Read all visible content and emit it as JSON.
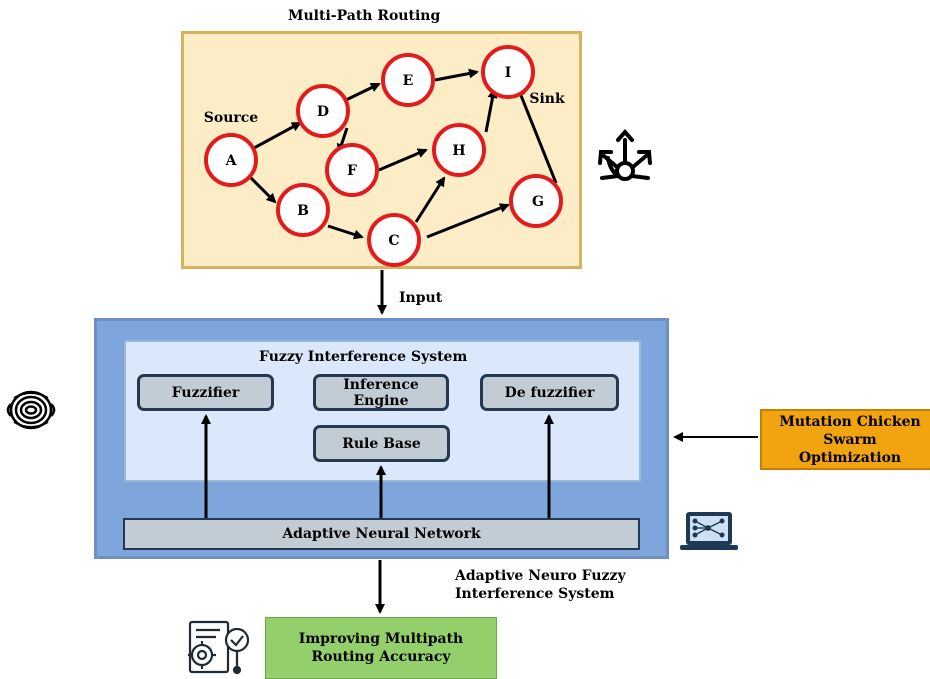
{
  "routing": {
    "title": "Multi-Path Routing",
    "source_label": "Source",
    "sink_label": "Sink",
    "nodes": [
      "A",
      "B",
      "C",
      "D",
      "E",
      "F",
      "G",
      "H",
      "I"
    ]
  },
  "input_label": "Input",
  "fis": {
    "title": "Fuzzy Interference System",
    "fuzzifier": "Fuzzifier",
    "inference_engine": "Inference Engine",
    "defuzzifier": "De fuzzifier",
    "rule_base": "Rule Base"
  },
  "ann_label": "Adaptive Neural Network",
  "anfis_label": "Adaptive Neuro Fuzzy\nInterference System",
  "mcso_label": "Mutation Chicken\nSwarm\nOptimization",
  "result_label": "Improving Multipath\nRouting Accuracy",
  "icons": [
    "network-share-icon",
    "fingerprint-icon",
    "laptop-neural-icon",
    "document-gear-check-icon"
  ],
  "colors": {
    "routing_bg": "#fdedc7",
    "node_border": "#e21c1c",
    "anfis_bg": "#7fa6dc",
    "fis_bg": "#dbe8fb",
    "box_bg": "#c2ccd4",
    "mcso_bg": "#f1a310",
    "result_bg": "#93cf6a"
  }
}
